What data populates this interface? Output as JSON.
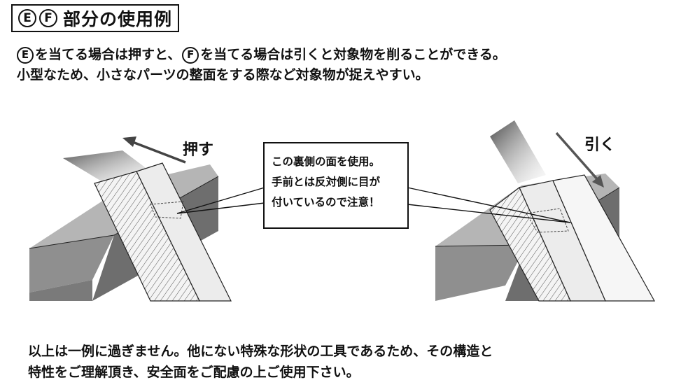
{
  "title": {
    "badge_e": "E",
    "badge_f": "F",
    "text": "部分の使用例"
  },
  "intro": {
    "badge_e": "E",
    "part1": "を当てる場合は押すと、",
    "badge_f": "F",
    "part2": "を当てる場合は引くと対象物を削ることができる。",
    "line2": "小型なため、小さなパーツの整面をする際など対象物が捉えやすい。"
  },
  "diagram": {
    "push_label": "押す",
    "pull_label": "引く"
  },
  "callout": {
    "lines": [
      "この裏側の面を使用。",
      "手前とは反対側に目が",
      "付いているので注意！"
    ]
  },
  "footer": {
    "line1": "以上は一例に過ぎません。他にない特殊な形状の工具であるため、その構造と",
    "line2": "特性をご理解頂き、安全面をご配慮の上ご使用下さい。"
  },
  "colors": {
    "block_dark": "#6e6e6e",
    "block_mid": "#8f8f8f",
    "block_light": "#b5b5b5",
    "tool_light": "#ececec"
  }
}
